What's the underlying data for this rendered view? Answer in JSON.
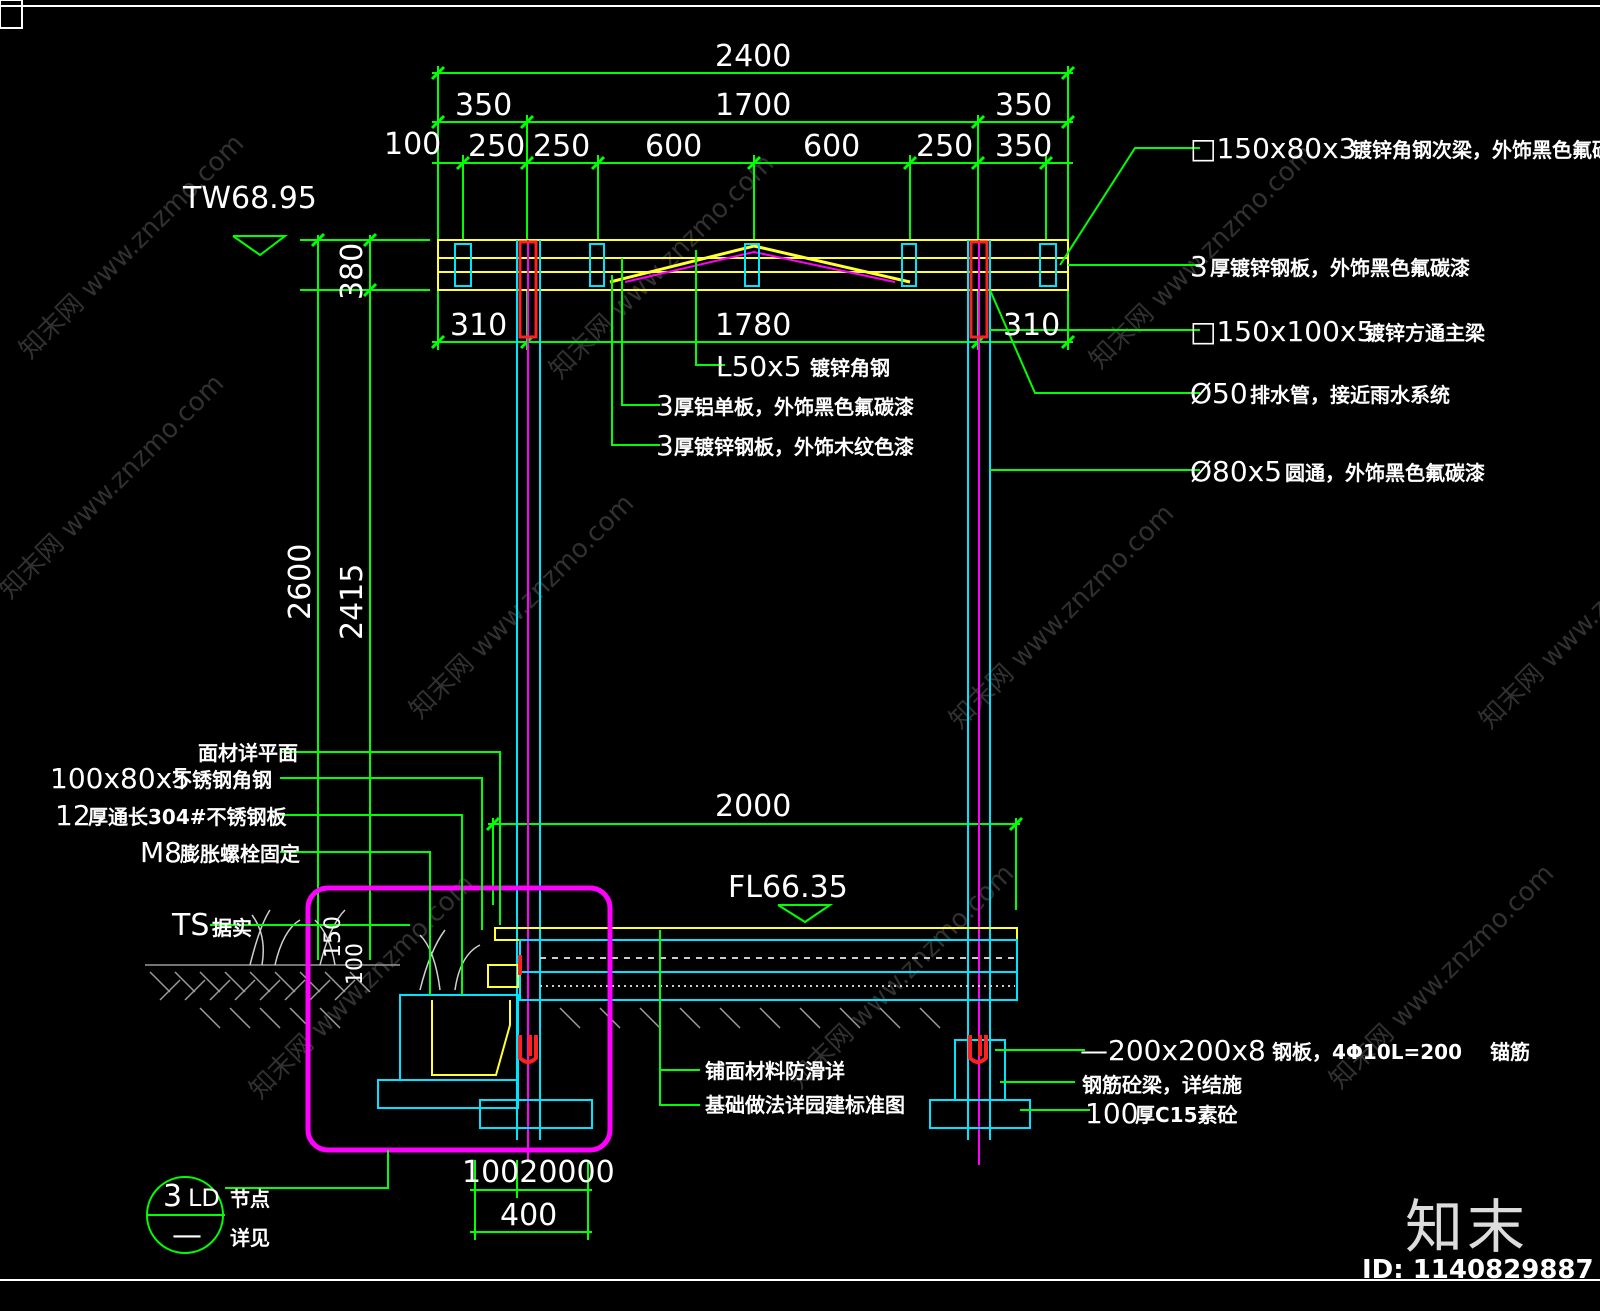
{
  "dimensions": {
    "top_overall": "2400",
    "top_left": "350",
    "top_middle": "1700",
    "top_right": "350",
    "edge_100": "100",
    "seg_1": "250",
    "seg_2": "250",
    "seg_3": "600",
    "seg_4": "600",
    "seg_5": "250",
    "seg_6": "350",
    "beam_depth": "380",
    "bottom_left": "310",
    "bottom_middle": "1780",
    "bottom_right": "310",
    "height_total": "2600",
    "height_inner": "2415",
    "floor_span": "2000",
    "drain_widths": "10020000",
    "drain_total": "400",
    "step_a": "150",
    "step_b": "100"
  },
  "elevations": {
    "top": "TW68.95",
    "floor": "FL66.35",
    "ground": "TS",
    "ground_note": "据实"
  },
  "right_labels": [
    {
      "spec": "□150x80x3",
      "note": "镀锌角钢次梁，外饰黑色氟碳漆"
    },
    {
      "spec": "3",
      "note": "厚镀锌钢板，外饰黑色氟碳漆"
    },
    {
      "spec": "□150x100x5",
      "note": "镀锌方通主梁"
    },
    {
      "spec": "Ø50",
      "note": "排水管，接近雨水系统"
    },
    {
      "spec": "Ø80x5",
      "note": "圆通，外饰黑色氟碳漆"
    }
  ],
  "center_labels": [
    {
      "spec": "L50x5",
      "note": "镀锌角钢"
    },
    {
      "spec": "3",
      "note": "厚铝单板，外饰黑色氟碳漆"
    },
    {
      "spec": "3",
      "note": "厚镀锌钢板，外饰木纹色漆"
    }
  ],
  "left_labels": [
    {
      "spec": "",
      "note": "面材详平面"
    },
    {
      "spec": "100x80x5",
      "note": "不锈钢角钢"
    },
    {
      "spec": "12",
      "note": "厚通长304#不锈钢板"
    },
    {
      "spec": "M8",
      "note": "膨胀螺栓固定"
    }
  ],
  "bottom_labels": [
    {
      "spec": "—200x200x8",
      "note": "钢板，4Φ10L=200",
      "tail": "锚筋"
    },
    {
      "spec": "",
      "note": "钢筋砼梁，详结施"
    },
    {
      "spec": "100",
      "note": "厚C15素砼",
      "tail": ""
    }
  ],
  "center_bottom_labels": [
    {
      "note": "铺面材料防滑详"
    },
    {
      "note": "基础做法详园建标准图"
    }
  ],
  "callout": {
    "top": "3",
    "code": "LD",
    "suffix": "节点",
    "bottom": "—",
    "bottom_note": "详见"
  },
  "watermark": "知末网 www.znzmo.com",
  "logo": "知末",
  "image_id": "ID: 1140829887",
  "colors": {
    "dim": "#00ff00",
    "outline": "#ffff33",
    "column": "#00e5ff",
    "accent": "#ff00ff",
    "rebar": "#ff2020",
    "text": "#ffffff"
  }
}
